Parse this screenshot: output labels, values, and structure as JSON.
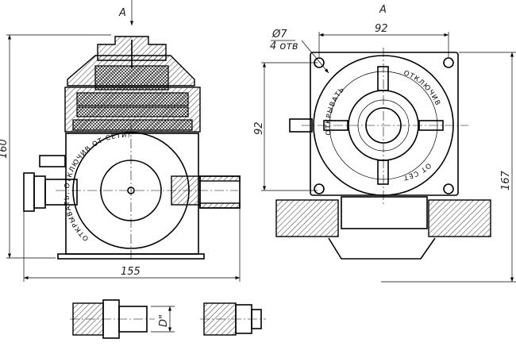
{
  "views": {
    "front": {
      "view_marker": "A",
      "height_dim": "160",
      "width_dim": "155",
      "warning_label": "ОТКРЫВАТЬ, ОТКЛЮЧИВ ОТ СЕТИ!"
    },
    "top": {
      "view_title": "A",
      "hole_dia": "Ø7",
      "hole_count": "4 отв",
      "width_dim": "92",
      "height_dim": "92",
      "overall_dim": "167",
      "label_left": "ОТКРЫВАТЬ",
      "label_right": "ОТКЛЮЧИВ",
      "label_bottom": "ОТ СЕТИ"
    },
    "detail": {
      "dia_label": "D\""
    }
  }
}
